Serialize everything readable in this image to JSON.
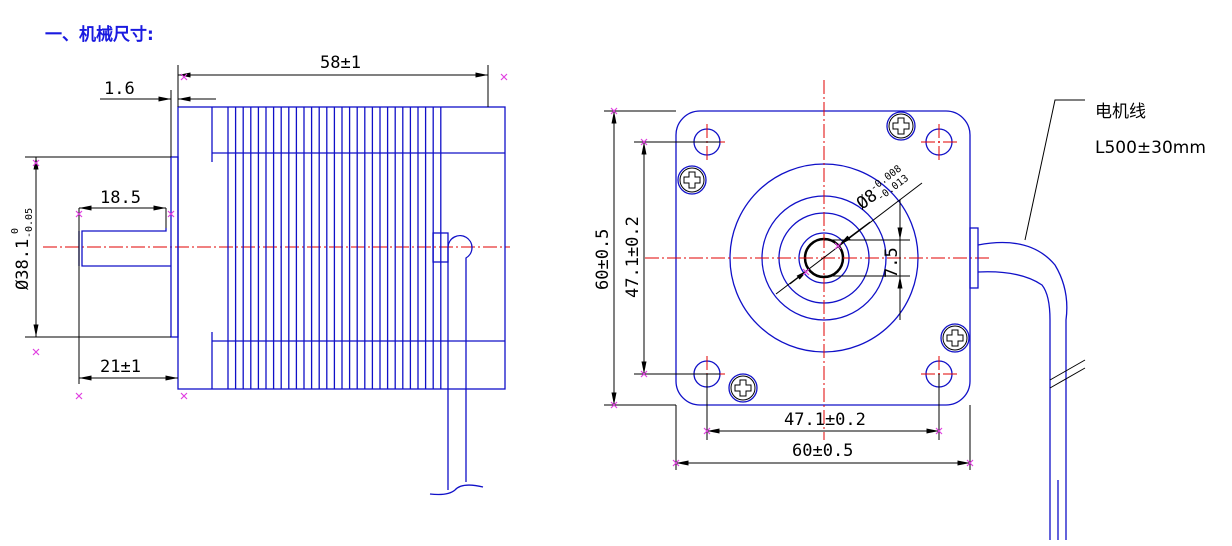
{
  "section_title": "一、机械尺寸:",
  "side_view": {
    "length": "58±1",
    "flange_thickness": "1.6",
    "pilot_diameter": "Ø38.1",
    "pilot_tol_upper": "0",
    "pilot_tol_lower": "-0.05",
    "shaft_length": "18.5",
    "shaft_to_flange": "21±1"
  },
  "front_view": {
    "height": "60±0.5",
    "hole_spacing_v": "47.1±0.2",
    "hole_spacing_h": "47.1±0.2",
    "width": "60±0.5",
    "shaft_diameter": "Ø8",
    "shaft_tol_upper": "-0.008",
    "shaft_tol_lower": "-0.013",
    "flat": "7.5"
  },
  "cable": {
    "label": "电机线",
    "length": "L500±30mm"
  },
  "colors": {
    "outline": "#1010c8",
    "centerline": "#e00000",
    "marker": "#e040e0"
  }
}
